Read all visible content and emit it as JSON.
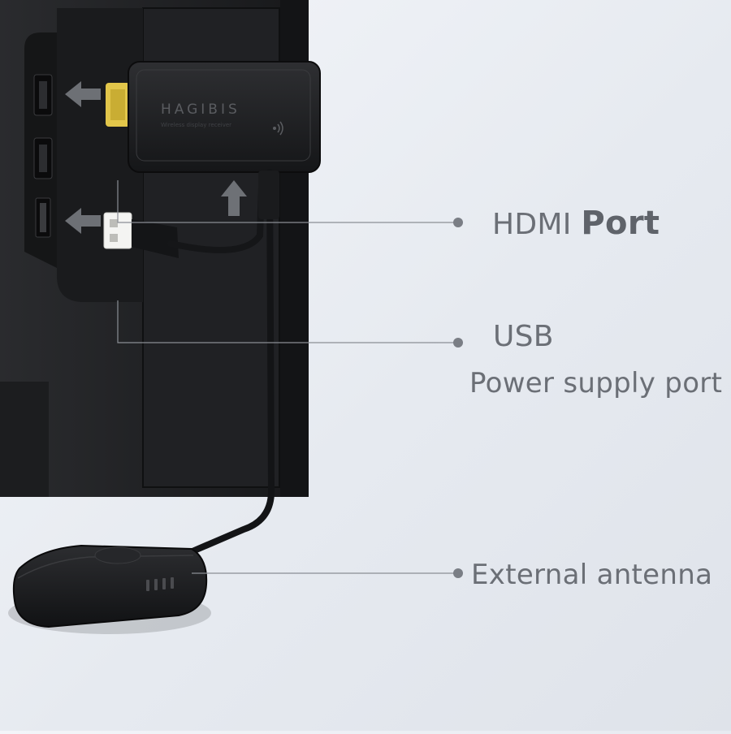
{
  "product": {
    "brand_text": "HAGIBIS",
    "device_subtext": "Wireless display receiver"
  },
  "callouts": [
    {
      "title_regular": "HDMI ",
      "title_bold": "Port"
    },
    {
      "title": "USB",
      "subtitle": "Power supply port"
    },
    {
      "title": "External antenna"
    }
  ],
  "colors": {
    "background": "#eceff4",
    "device_body": "#1d1e20",
    "label_text": "#6b6f76",
    "leader_line": "#8a8e95",
    "hdmi_connector": "#e2c64a"
  },
  "icons": {
    "hdmi_arrow": "arrow-left-icon",
    "usb_arrow": "arrow-left-icon",
    "plug_arrow": "arrow-up-icon",
    "wireless": "wireless-signal-icon"
  }
}
